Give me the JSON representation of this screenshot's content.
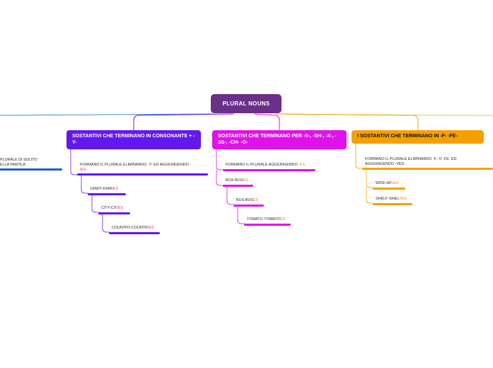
{
  "root": {
    "title": "PLURAL NOUNS"
  },
  "left_branch": {
    "line1": "PLURALE DI SOLITO",
    "line2": "ELLA PAROLA"
  },
  "branch1": {
    "title": "SOSTANTIVI CHE TERMINANO IN CONSONANTE + -Y-",
    "rule_text": "FORMANO IL PLURALE ELIMINANDO -Y- ED AGGIUNGENDO -",
    "rule_suffix": "IES-",
    "examples": [
      {
        "base": "DIARY-DIAR",
        "suffix": "IES"
      },
      {
        "base": "CITY-CIT",
        "suffix": "IES"
      },
      {
        "base": "COUNTRY-COUNTR",
        "suffix": "IES"
      }
    ]
  },
  "branch2": {
    "title": "SOSTANTIVI CHE TERMINANO PER -S-, -SH-, -X-, -SS-, -CH- -O-",
    "rule_text": "FORMANO IL PLURALE AGGIUNGENDO ",
    "rule_suffix": "-ES-",
    "examples": [
      {
        "base": "BOX-BOX",
        "suffix": "ES"
      },
      {
        "base": "BUS-BUS",
        "suffix": "ES"
      },
      {
        "base": "TOMATO-TOMATO",
        "suffix": "ES"
      }
    ]
  },
  "branch3": {
    "title": "I SOSTANTIVI CHE TERMINANO IN -F- -FE-",
    "rule_line1": "FORMANO IL PLURALE ELIMINANDO -F- O -FE- ED",
    "rule_line2": "AGGIUNGENDO -VES-",
    "examples": [
      {
        "base": "WIFE-WI",
        "suffix": "VES"
      },
      {
        "base": "SHELF-SHEL",
        "suffix": "VES"
      }
    ]
  },
  "colors": {
    "root": "#6b2f8a",
    "branch1": "#6418f0",
    "branch2": "#e012ea",
    "branch3": "#f5a000",
    "left": "#1f5fd0",
    "suffix_pink": "#ff2a6a",
    "suffix_orange": "#ff7a00"
  }
}
